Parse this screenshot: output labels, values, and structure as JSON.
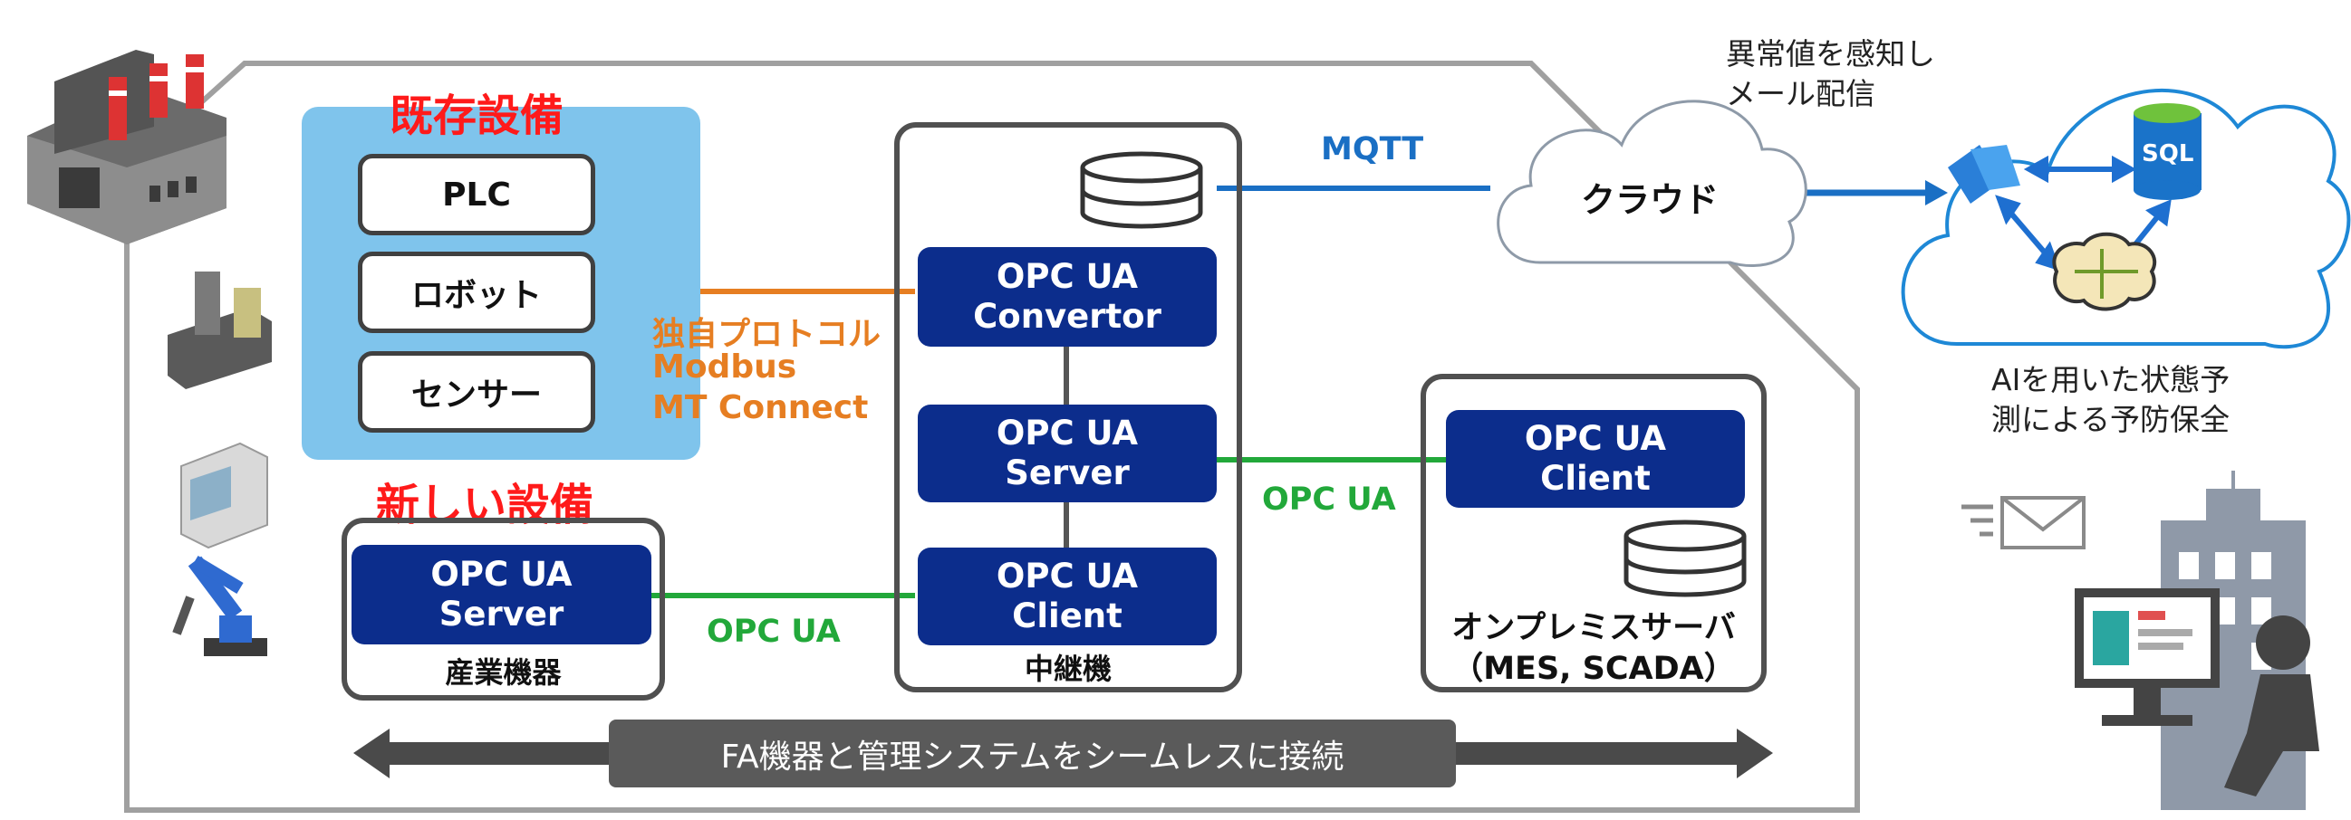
{
  "existing": {
    "title": "既存設備",
    "items": [
      {
        "label": "PLC"
      },
      {
        "label": "ロボット"
      },
      {
        "label": "センサー"
      }
    ]
  },
  "protocols": {
    "line1": "独自プロトコル",
    "line2": "Modbus",
    "line3": "MT Connect"
  },
  "new_equipment": {
    "title": "新しい設備",
    "box_line1": "OPC UA",
    "box_line2": "Server",
    "caption": "産業機器"
  },
  "relay": {
    "convertor_line1": "OPC UA",
    "convertor_line2": "Convertor",
    "server_line1": "OPC UA",
    "server_line2": "Server",
    "client_line1": "OPC UA",
    "client_line2": "Client",
    "caption": "中継機"
  },
  "onprem": {
    "client_line1": "OPC UA",
    "client_line2": "Client",
    "caption_line1": "オンプレミスサーバ",
    "caption_line2": "（MES, SCADA）"
  },
  "links": {
    "mqtt": "MQTT",
    "opcua_onprem": "OPC UA",
    "opcua_new": "OPC UA"
  },
  "cloud": {
    "label": "クラウド",
    "alert_line1": "異常値を感知し",
    "alert_line2": "メール配信",
    "sql_label": "SQL",
    "ai_line1": "AIを用いた状態予",
    "ai_line2": "測による予防保全"
  },
  "banner": {
    "text": "FA機器と管理システムをシームレスに接続"
  },
  "colors": {
    "orange": "#e67e22",
    "green": "#22a83a",
    "mqtt_blue": "#1a6fc4",
    "navy": "#0c2d8c",
    "red": "#ff1a1a",
    "light_blue": "#7fc4ec"
  }
}
